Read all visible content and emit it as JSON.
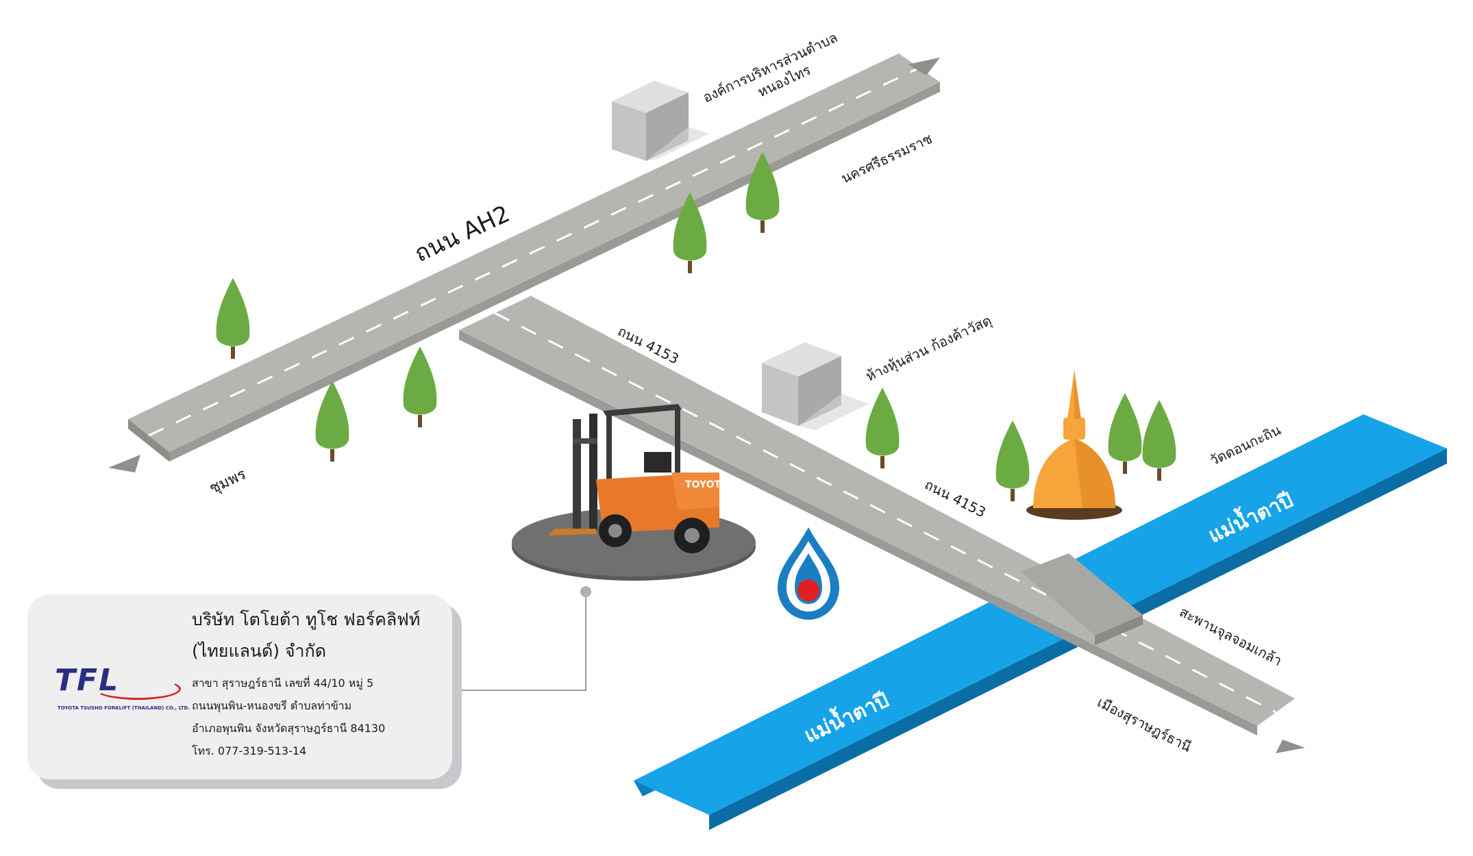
{
  "roads": {
    "ah2": "ถนน AH2",
    "r4153_a": "ถนน 4153",
    "r4153_b": "ถนน 4153"
  },
  "directions": {
    "chumphon": "ชุมพร",
    "nakhon": "นครศรีธรรมราช",
    "surat_city": "เมืองสุราษฎร์ธานี"
  },
  "landmarks": {
    "tambon_line1": "องค์การบริหารส่วนตำบล",
    "tambon_line2": "หนองไทร",
    "shop": "ห้างหุ้นส่วน ก้องค้าวัสดุ",
    "temple": "วัดดอนกะถิน",
    "bridge": "สะพานจุลจอมเกล้า"
  },
  "river": {
    "label_top": "แม่น้ำตาปี",
    "label_bottom": "แม่น้ำตาปี"
  },
  "forklift_brand": "TOYOTA",
  "company": {
    "logo_text": "TFL",
    "logo_sub": "TOYOTA TSUSHO FORKLIFT (THAILAND) CO., LTD.",
    "name_line1": "บริษัท โตโยต้า ทูโช ฟอร์คลิฟท์",
    "name_line2": "(ไทยแลนด์) จำกัด",
    "address1": "สาขา สุราษฎร์ธานี  เลขที่ 44/10  หมู่ 5",
    "address2": "ถนนพุนพิน-หนองขรี  ตำบลท่าข้าม",
    "address3": "อำเภอพุนพิน จังหวัดสุราษฎร์ธานี  84130",
    "phone": "โทร. 077-319-513-14"
  },
  "colors": {
    "road": "#b5b5b2",
    "road_edge": "#8d8d8a",
    "river": "#16a3e8",
    "river_edge": "#0d7fc1",
    "tree": "#6cab44",
    "trunk": "#6b4a2a",
    "temple": "#f5a53a",
    "forklift": "#e8792a",
    "ptt_blue": "#1b7ec2",
    "ptt_red": "#e02020"
  }
}
